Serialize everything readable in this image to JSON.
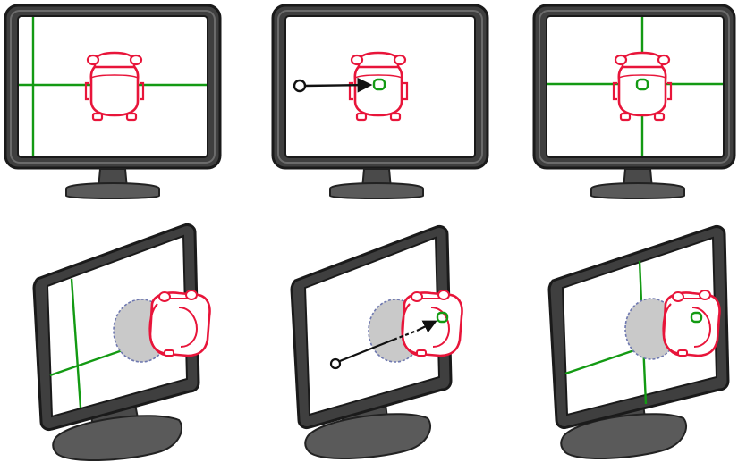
{
  "figure": {
    "colors": {
      "background": "#ffffff",
      "monitor_frame": "#3f3f3f",
      "monitor_bezel_highlight": "#6b6b6b",
      "screen": "#ffffff",
      "stand": "#4a4a4a",
      "crosshair": "#139a13",
      "robot": "#e8153a",
      "target_marker": "#139a13",
      "pointer": "#111111",
      "shadow_fill": "#c9c9c9",
      "shadow_outline": "#6e78b0"
    },
    "rows": [
      {
        "view": "front",
        "panels": [
          {
            "crosshair": "offset",
            "pointer_arrow": false,
            "target_marker": false
          },
          {
            "crosshair": "none",
            "pointer_arrow": true,
            "target_marker": true
          },
          {
            "crosshair": "centered",
            "pointer_arrow": false,
            "target_marker": true
          }
        ]
      },
      {
        "view": "perspective",
        "panels": [
          {
            "crosshair": "offset",
            "pointer_arrow": false,
            "target_marker": false,
            "shadow": true
          },
          {
            "crosshair": "none",
            "pointer_arrow": true,
            "pointer_dashed_segment": true,
            "target_marker": true,
            "shadow": true
          },
          {
            "crosshair": "centered",
            "pointer_arrow": false,
            "target_marker": true,
            "shadow": true
          }
        ]
      }
    ]
  }
}
